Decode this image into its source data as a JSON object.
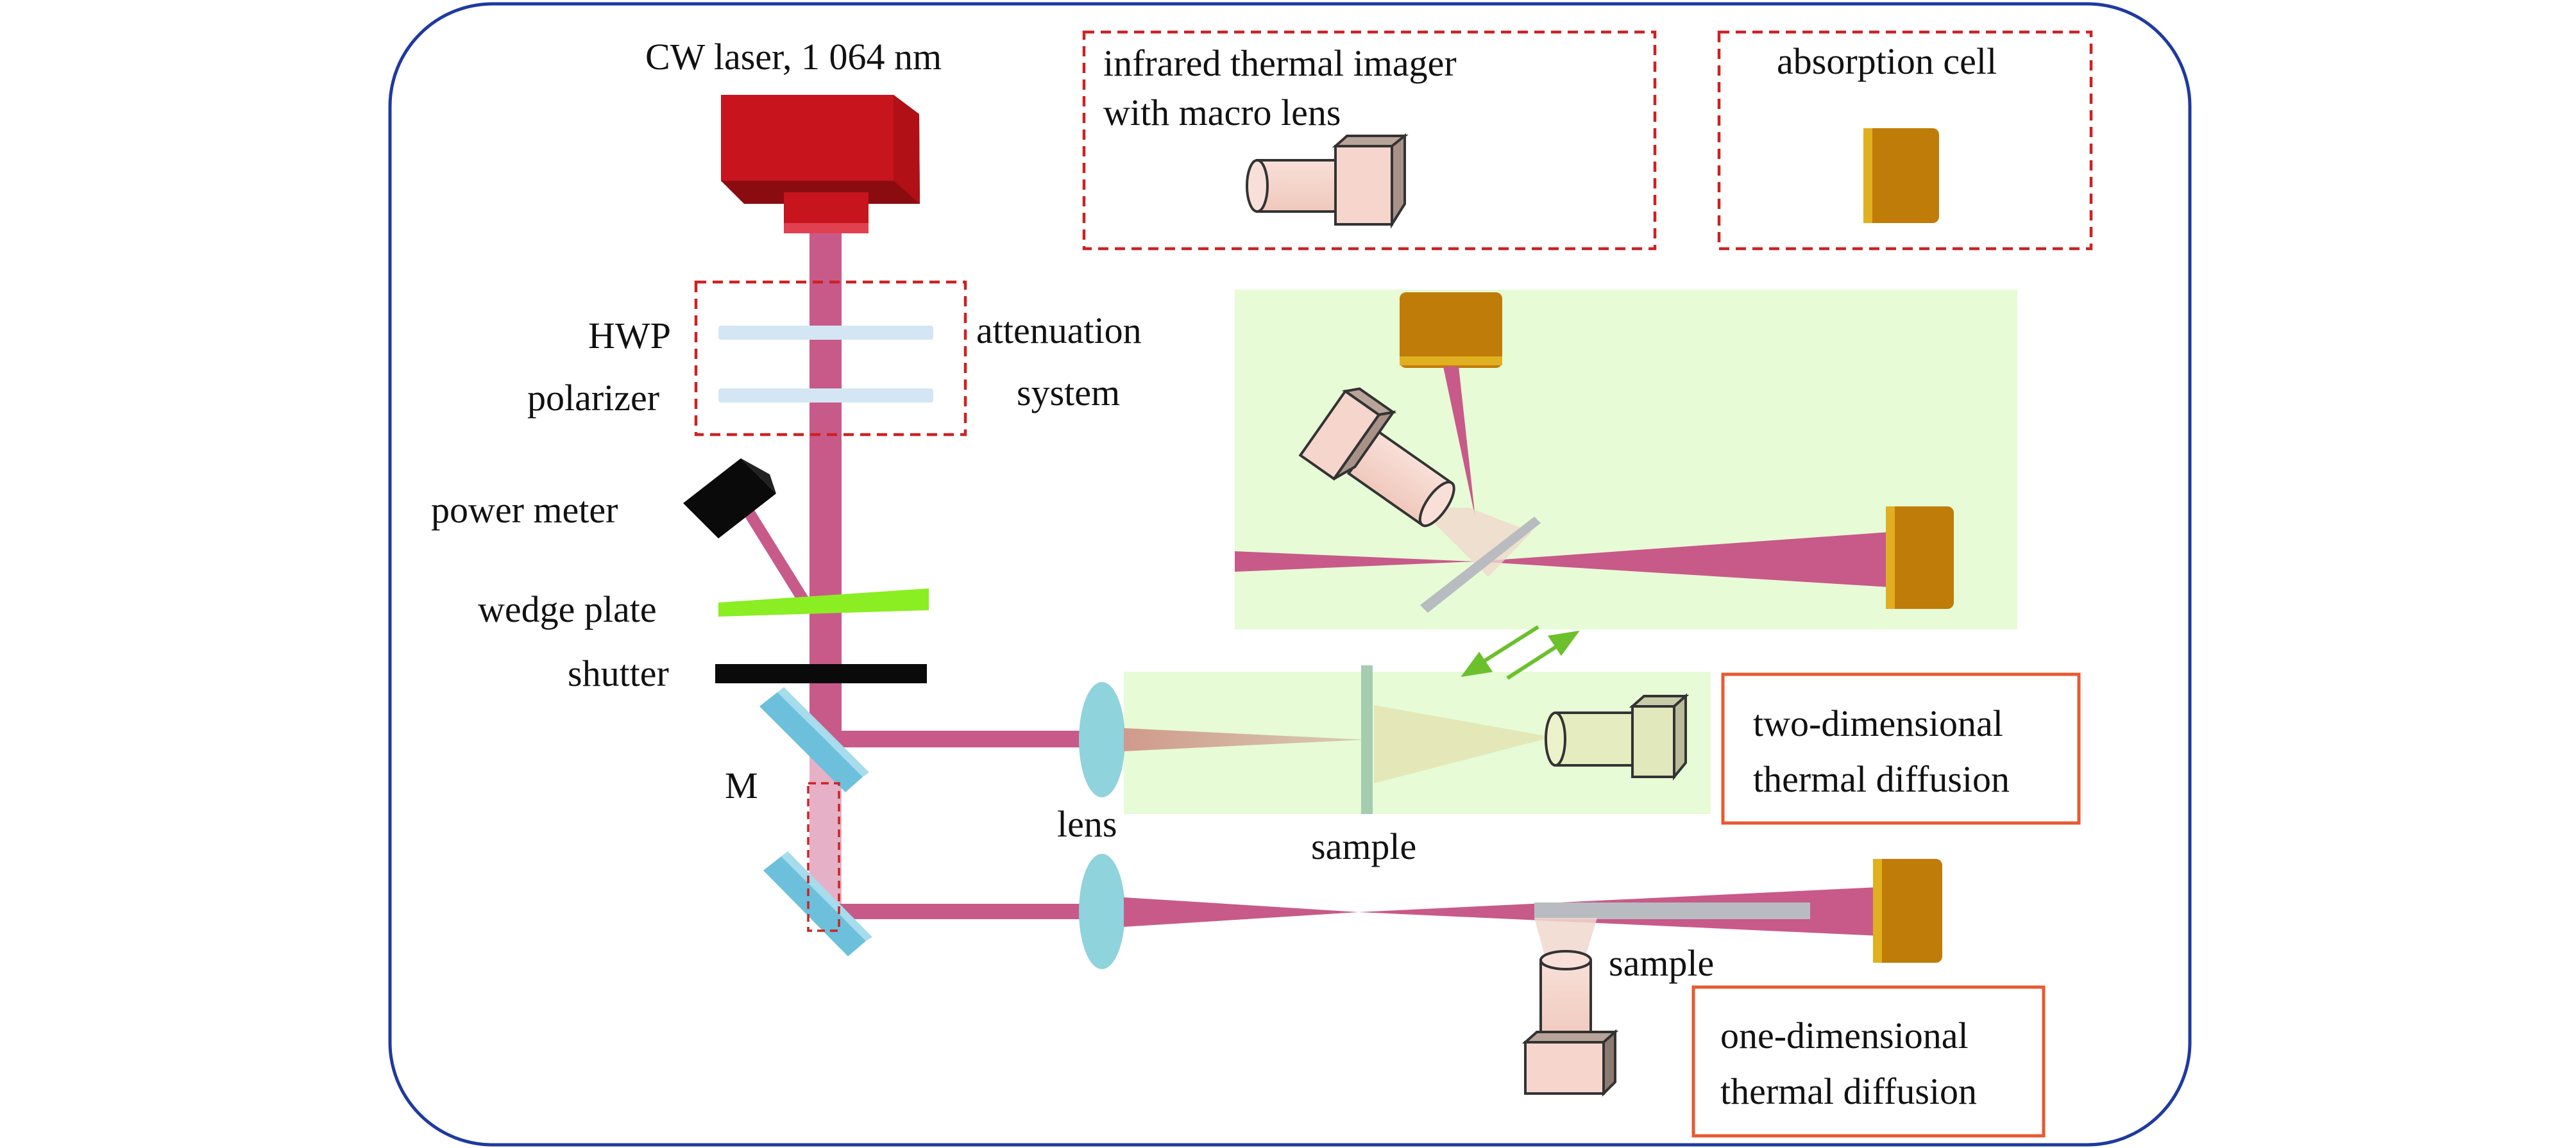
{
  "labels": {
    "laser": "CW laser, 1 064 nm",
    "hwp": "HWP",
    "polarizer": "polarizer",
    "attenuation_line1": "attenuation",
    "attenuation_line2": "system",
    "power_meter": "power meter",
    "wedge_plate": "wedge plate",
    "shutter": "shutter",
    "mirror": "M",
    "lens": "lens",
    "sample_2d": "sample",
    "sample_1d": "sample"
  },
  "legend": {
    "imager_line1": "infrared thermal imager",
    "imager_line2": "with macro lens",
    "absorption_cell": "absorption cell"
  },
  "modes": {
    "two_d_line1": "two-dimensional",
    "two_d_line2": "thermal diffusion",
    "one_d_line1": "one-dimensional",
    "one_d_line2": "thermal diffusion"
  },
  "colors": {
    "frame": "#1e3aa0",
    "laser_red": "#c8141c",
    "beam": "#c85a8a",
    "lens_cyan": "#8fd3dc",
    "mirror_blue": "#6cc0dc",
    "wedge_green": "#8aee22",
    "panel_green": "#e8fad8",
    "absorption_brown": "#c07c08",
    "imager_pink": "#f5d5cc",
    "dashed_red": "#cc2222",
    "orange_box": "#e85a30"
  }
}
